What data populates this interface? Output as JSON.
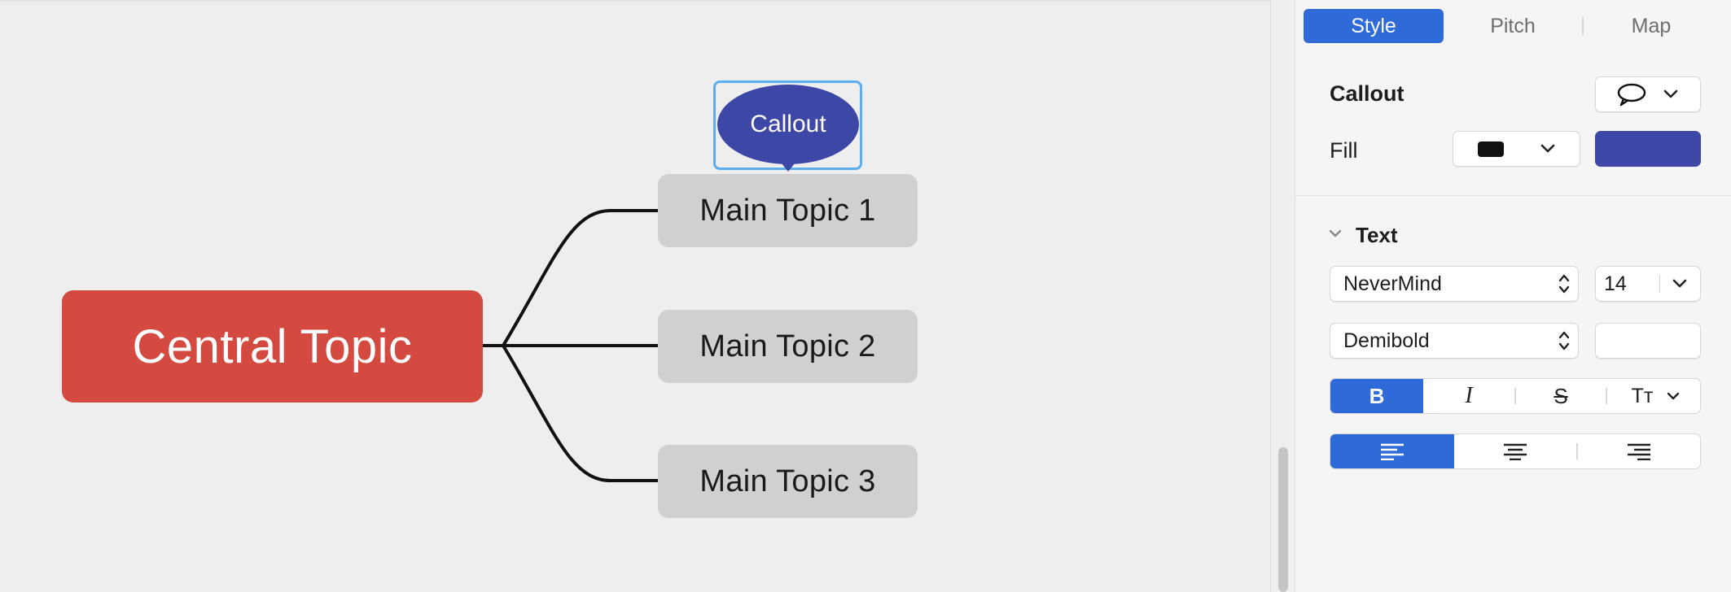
{
  "canvas": {
    "central_topic": "Central Topic",
    "topics": [
      "Main Topic 1",
      "Main Topic 2",
      "Main Topic 3"
    ],
    "callout_text": "Callout",
    "colors": {
      "central_fill": "#d44a40",
      "topic_fill": "#d0d0d0",
      "callout_fill": "#3d47a6",
      "selection": "#5aaef0",
      "connector": "#111111"
    }
  },
  "panel": {
    "tabs": [
      {
        "label": "Style",
        "active": true
      },
      {
        "label": "Pitch",
        "active": false
      },
      {
        "label": "Map",
        "active": false
      }
    ],
    "callout_label": "Callout",
    "callout_shape_icon": "speech-bubble-icon",
    "fill_label": "Fill",
    "fill_color": "#3d47a6",
    "fill_pattern_icon": "solid-fill-swatch-icon",
    "text_section_title": "Text",
    "font_family": "NeverMind",
    "font_size": "14",
    "font_weight": "Demibold",
    "text_color_value": "",
    "style_buttons": [
      {
        "name": "bold",
        "label": "B",
        "active": true
      },
      {
        "name": "italic",
        "label": "I",
        "active": false
      },
      {
        "name": "strikethrough",
        "label": "S",
        "active": false
      },
      {
        "name": "text-case",
        "label": "Tт",
        "active": false
      }
    ],
    "align_buttons": [
      {
        "name": "align-left",
        "active": true
      },
      {
        "name": "align-center",
        "active": false
      },
      {
        "name": "align-right",
        "active": false
      }
    ]
  }
}
